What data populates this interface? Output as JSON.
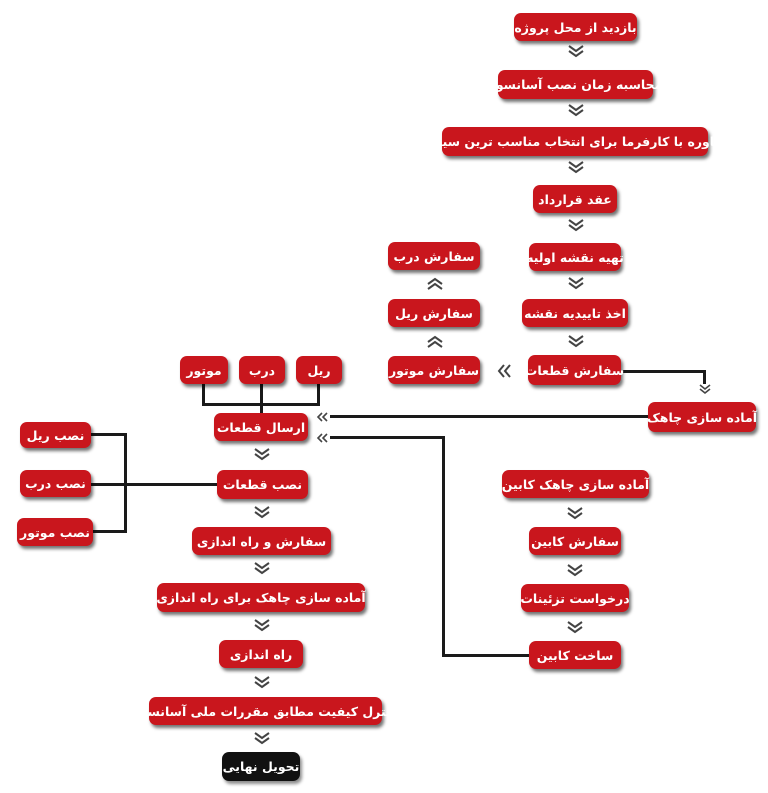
{
  "colors": {
    "box": "#c9161d",
    "final": "#111111",
    "line": "#1a1a1a",
    "chevron": "#444444"
  },
  "steps": {
    "site_visit": "بازدید از محل پروژه",
    "calc_time": "محاسبه زمان نصب آسانسور",
    "consult": "مشاوره با کارفرما برای انتخاب مناسب ترین سیستم",
    "contract": "عقد قرارداد",
    "initial_map": "تهیه نقشه اولیه",
    "map_approval": "اخذ تاییدیه نقشه",
    "order_parts": "سفارش قطعات",
    "order_door": "سفارش درب",
    "order_rail": "سفارش ریل",
    "order_motor": "سفارش موتور",
    "shaft_prep": "آماده سازی چاهک",
    "part_motor": "موتور",
    "part_door": "درب",
    "part_rail": "ریل",
    "send_parts": "ارسال قطعات",
    "install_parts": "نصب قطعات",
    "install_rail": "نصب ریل",
    "install_door": "نصب درب",
    "install_motor": "نصب موتور",
    "order_startup": "سفارش و راه اندازی",
    "shaft_prep_startup": "آماده سازی چاهک برای راه اندازی",
    "startup": "راه اندازی",
    "quality_control": "کنترل کیفیت مطابق مقررات ملی آسانسور",
    "final_delivery": "تحویل نهایی",
    "cabin_shaft_prep": "آماده سازی چاهک کابین",
    "order_cabin": "سفارش کابین",
    "request_decor": "درخواست تزئینات",
    "build_cabin": "ساخت کابین"
  }
}
